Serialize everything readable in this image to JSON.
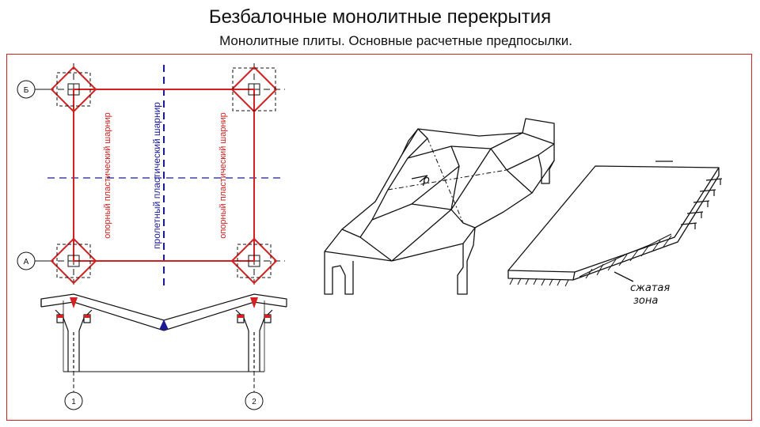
{
  "title": "Безбалочные монолитные перекрытия",
  "subtitle": "Монолитные плиты. Основные расчетные предпосылки.",
  "plan": {
    "axis_b": "Б",
    "axis_a": "А",
    "axis_1": "1",
    "axis_2": "2",
    "hinge_left": "опорный пластический шарнир",
    "hinge_middle": "пролетный пластический шарнир",
    "hinge_right": "опорный пластический шарнир"
  },
  "isometric": {
    "label_p": "p"
  },
  "slab": {
    "compressed_zone_line1": "сжатая",
    "compressed_zone_line2": "зона"
  },
  "colors": {
    "red": "#d42020",
    "blue": "#1a1a99",
    "black": "#111111"
  }
}
